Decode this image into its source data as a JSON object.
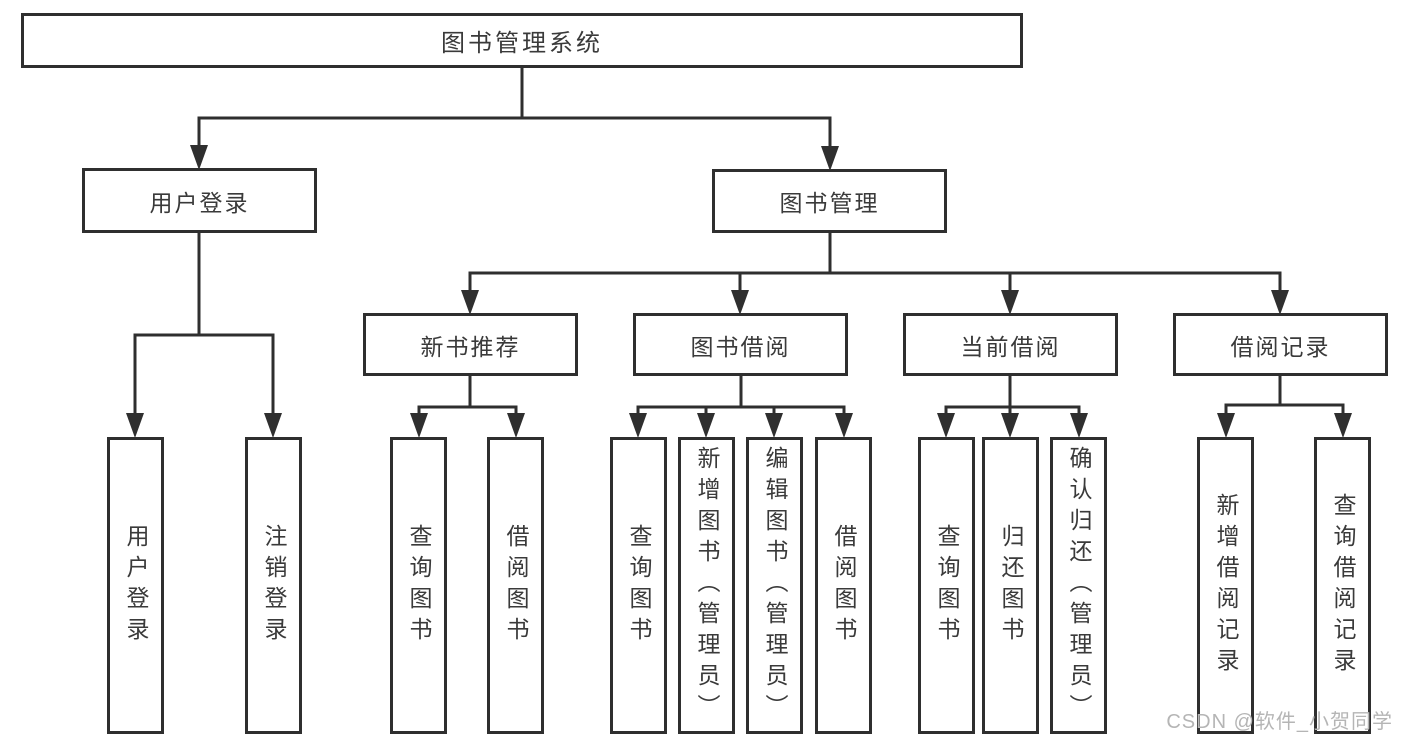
{
  "tree": {
    "root": {
      "label": "图书管理系统"
    },
    "user_login": {
      "label": "用户登录",
      "leaves": [
        "用户登录",
        "注销登录"
      ]
    },
    "book_management": {
      "label": "图书管理",
      "sections": [
        {
          "label": "新书推荐",
          "leaves": [
            "查询图书",
            "借阅图书"
          ]
        },
        {
          "label": "图书借阅",
          "leaves": [
            "查询图书",
            "新增图书（管理员）",
            "编辑图书（管理员）",
            "借阅图书"
          ]
        },
        {
          "label": "当前借阅",
          "leaves": [
            "查询图书",
            "归还图书",
            "确认归还（管理员）"
          ]
        },
        {
          "label": "借阅记录",
          "leaves": [
            "新增借阅记录",
            "查询借阅记录"
          ]
        }
      ]
    }
  },
  "watermark": {
    "text": "CSDN @软件_小贺同学"
  },
  "colors": {
    "line": "#2f2f2f",
    "text": "#3a3a3a",
    "background": "#ffffff",
    "watermark": "#b5b5b5"
  }
}
